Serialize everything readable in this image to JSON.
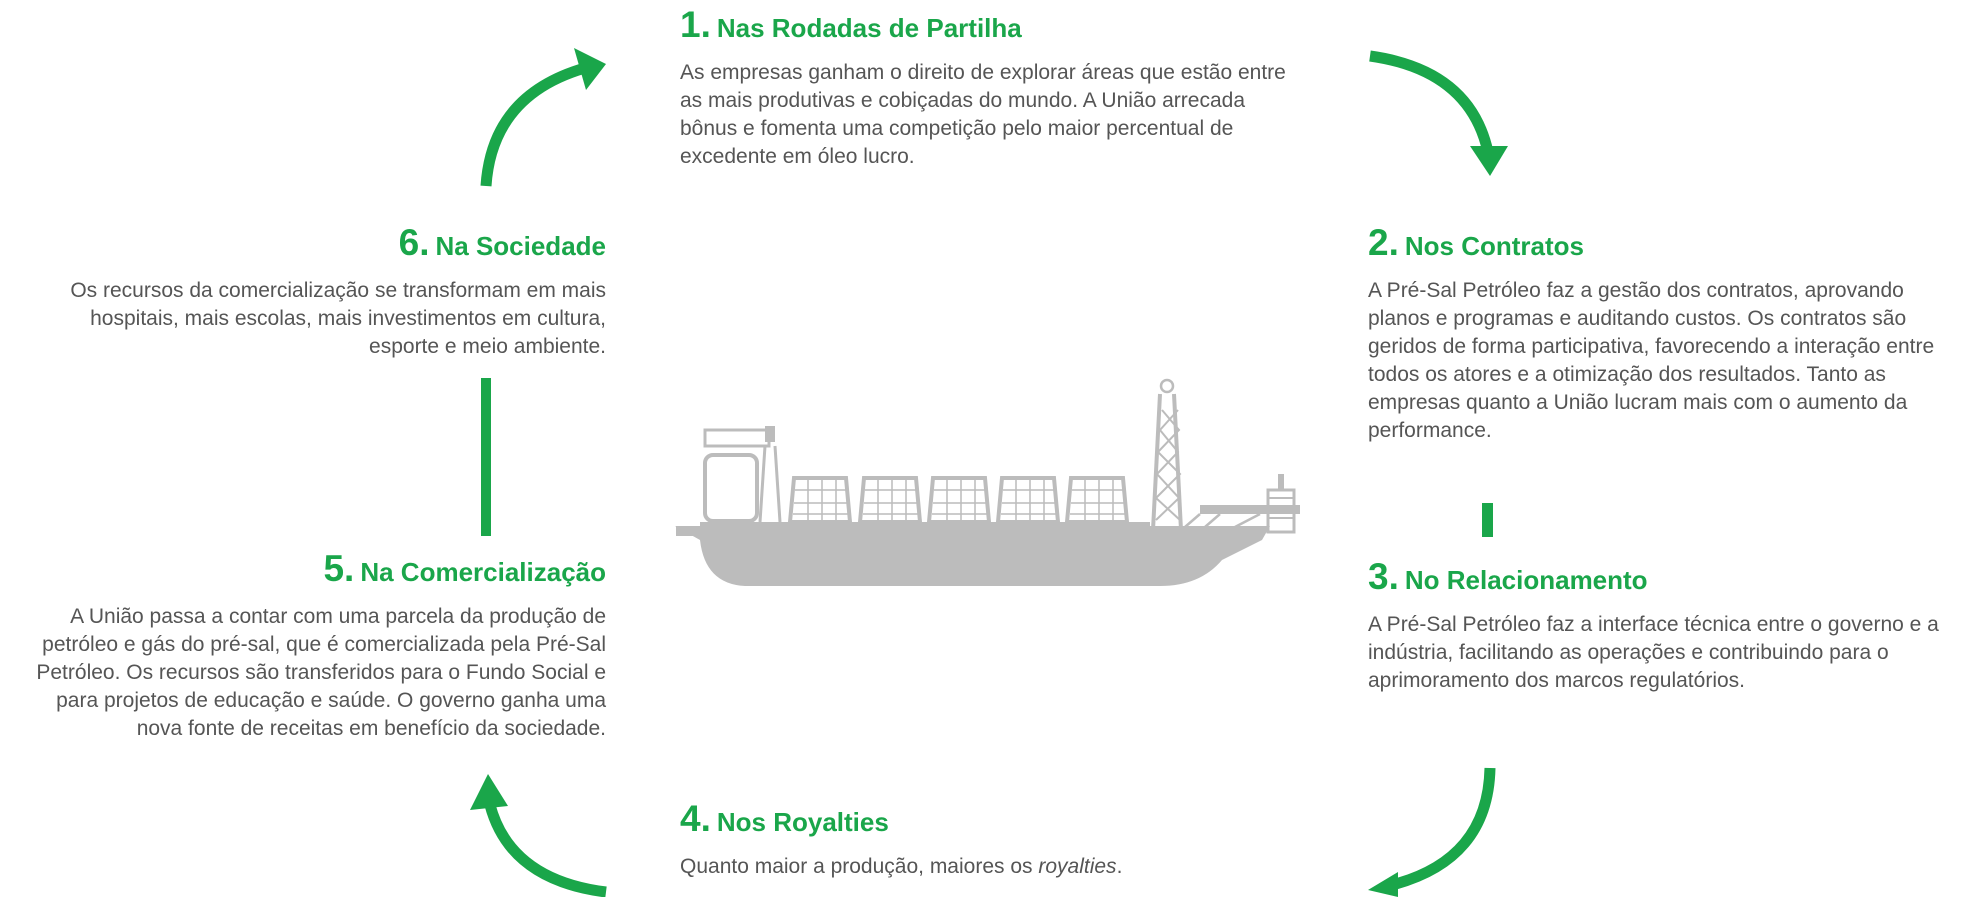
{
  "colors": {
    "accent": "#1aa64a",
    "body_text": "#555555",
    "ship": "#bcbcbc"
  },
  "steps": [
    {
      "number": "1.",
      "title": "Nas Rodadas de Partilha",
      "text": "As empresas ganham o direito de explorar áreas que estão entre as mais produtivas e cobiçadas do mundo. A União arrecada bônus e fomenta uma competição pelo maior percentual de excedente em óleo lucro."
    },
    {
      "number": "2.",
      "title": "Nos Contratos",
      "text": "A Pré-Sal Petróleo faz a gestão dos contratos, aprovando planos e programas e auditando custos. Os contratos são geridos de forma participativa, favorecendo a interação entre todos os atores e a otimização dos resultados. Tanto as empresas quanto a União lucram mais com o aumento da performance."
    },
    {
      "number": "3.",
      "title": "No Relacionamento",
      "text": "A Pré-Sal Petróleo faz a interface técnica entre o governo e a indústria, facilitando as operações e contribuindo para o aprimoramento dos marcos regulatórios."
    },
    {
      "number": "4.",
      "title": "Nos Royalties",
      "text_before": "Quanto maior a produção, maiores os ",
      "text_italic": "royalties",
      "text_after": "."
    },
    {
      "number": "5.",
      "title": "Na Comercialização",
      "text": "A União passa a contar com uma parcela da produção de petróleo e gás do pré-sal, que é comercializada pela Pré-Sal Petróleo. Os recursos são transferidos para o Fundo Social e para projetos de educação e saúde. O governo ganha uma nova fonte de receitas em benefício da sociedade."
    },
    {
      "number": "6.",
      "title": "Na Sociedade",
      "text": "Os recursos da comercialização se transformam em mais hospitais, mais escolas, mais investimentos em cultura, esporte e meio ambiente."
    }
  ],
  "center_image": "fpso-ship-icon"
}
